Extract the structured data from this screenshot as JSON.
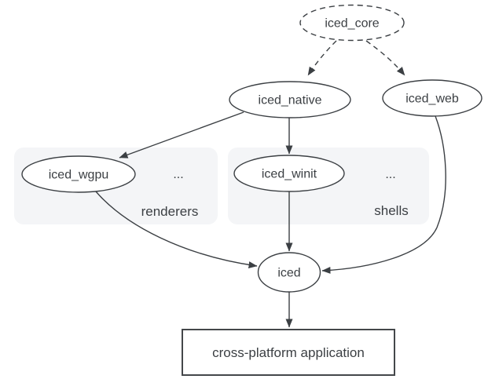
{
  "title": "iced ecosystem diagram",
  "colors": {
    "background": "#ffffff",
    "node_stroke": "#3b3f43",
    "text": "#3b3f43",
    "accent_blue": "#1a73e8",
    "group_fill": "#f4f5f7"
  },
  "nodes": {
    "iced_core": "iced_core",
    "iced_native": "iced_native",
    "iced_web": "iced_web",
    "iced_wgpu": "iced_wgpu",
    "iced_winit": "iced_winit",
    "iced": "iced",
    "application": "cross-platform application"
  },
  "groups": {
    "renderers": {
      "label": "renderers",
      "ellipsis": "..."
    },
    "shells": {
      "label": "shells",
      "ellipsis": "..."
    }
  },
  "edges": [
    {
      "from": "iced_core",
      "to": "iced_native",
      "style": "dashed"
    },
    {
      "from": "iced_core",
      "to": "iced_web",
      "style": "dashed"
    },
    {
      "from": "iced_native",
      "to": "iced_wgpu",
      "style": "solid"
    },
    {
      "from": "iced_native",
      "to": "iced_winit",
      "style": "solid"
    },
    {
      "from": "iced_wgpu",
      "to": "iced",
      "style": "solid"
    },
    {
      "from": "iced_winit",
      "to": "iced",
      "style": "solid"
    },
    {
      "from": "iced_web",
      "to": "iced",
      "style": "solid"
    },
    {
      "from": "iced",
      "to": "application",
      "style": "solid"
    }
  ]
}
